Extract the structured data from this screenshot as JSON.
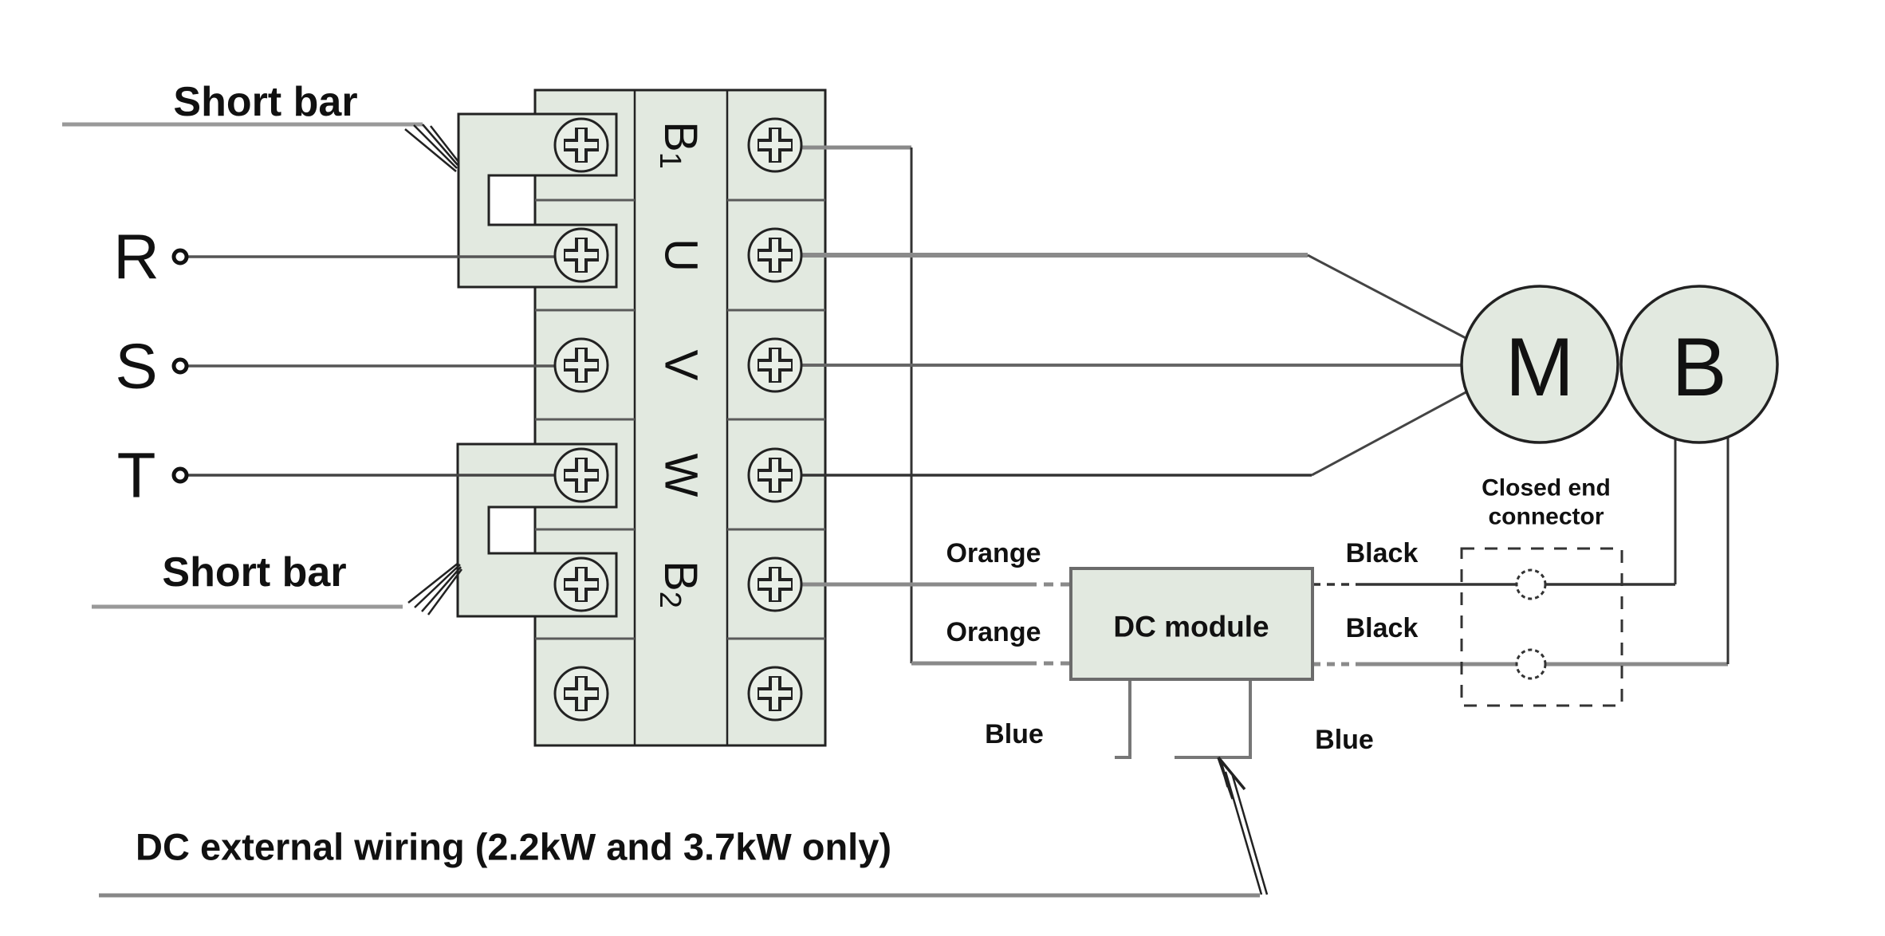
{
  "diagram": {
    "labels": {
      "short_bar_top": "Short bar",
      "short_bar_bottom": "Short bar",
      "bottom_caption": "DC external wiring (2.2kW and 3.7kW only)",
      "closed_end_line1": "Closed end",
      "closed_end_line2": "connector",
      "dc_module": "DC module"
    },
    "terminals": {
      "b1": {
        "main": "B",
        "sub": "1"
      },
      "u": "U",
      "v": "V",
      "w": "W",
      "b2": {
        "main": "B",
        "sub": "2"
      }
    },
    "inputs": {
      "r": "R",
      "s": "S",
      "t": "T"
    },
    "motor_label": "M",
    "brake_label": "B",
    "wire_labels": {
      "orange_top": "Orange",
      "orange_bottom": "Orange",
      "black_top": "Black",
      "black_bottom": "Black",
      "blue_left": "Blue",
      "blue_right": "Blue"
    },
    "colors": {
      "component_fill": "#e2e9e0",
      "screw_fill": "#e9efe7",
      "outline": "#222222",
      "wire_gray": "#8a8a8a",
      "wire_dark": "#333333",
      "module_border": "#6b6b6b",
      "text": "#111111"
    }
  }
}
